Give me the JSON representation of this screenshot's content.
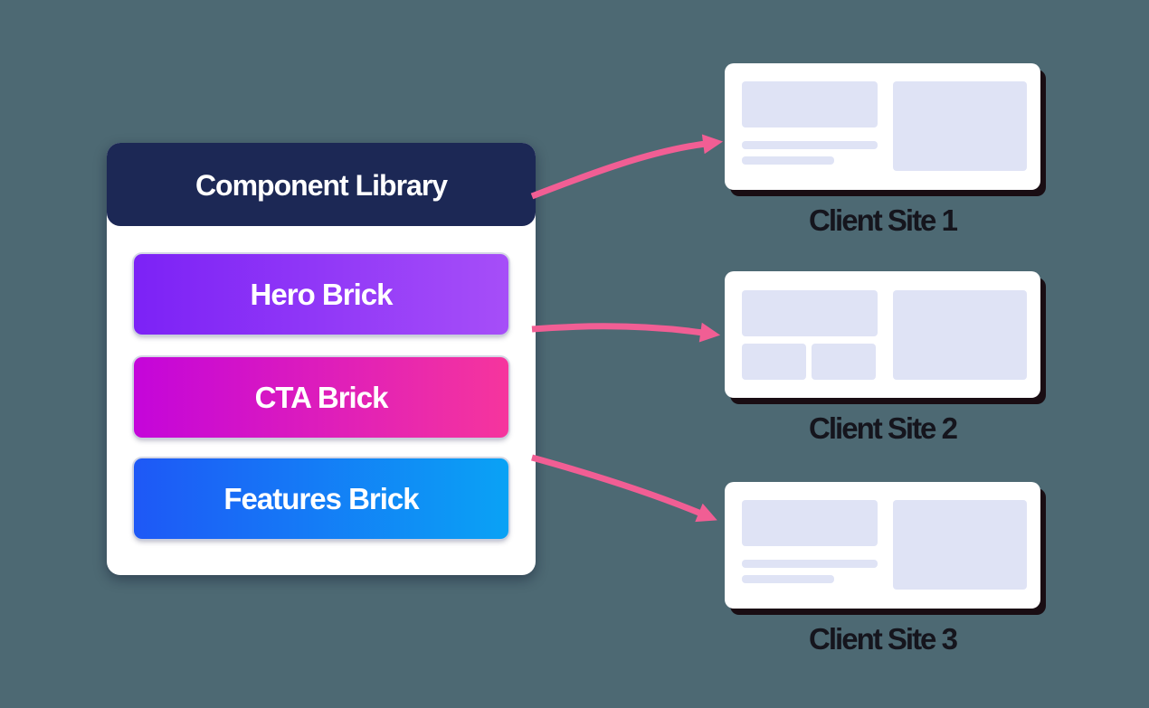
{
  "canvas": {
    "background_color": "#4d6973"
  },
  "library": {
    "title": "Component Library",
    "header_color": "#1c2855",
    "panel_color": "#ffffff",
    "bricks": [
      {
        "label": "Hero Brick",
        "gradient_from": "#7c22f6",
        "gradient_to": "#a64ef8"
      },
      {
        "label": "CTA Brick",
        "gradient_from": "#c405da",
        "gradient_to": "#f6359d"
      },
      {
        "label": "Features Brick",
        "gradient_from": "#1e58f6",
        "gradient_to": "#0aa2f5"
      }
    ]
  },
  "arrows": {
    "color": "#f15e94"
  },
  "sites": [
    {
      "label": "Client Site 1"
    },
    {
      "label": "Client Site 2"
    },
    {
      "label": "Client Site 3"
    }
  ],
  "wireframe": {
    "block_color": "#dfe3f5"
  }
}
